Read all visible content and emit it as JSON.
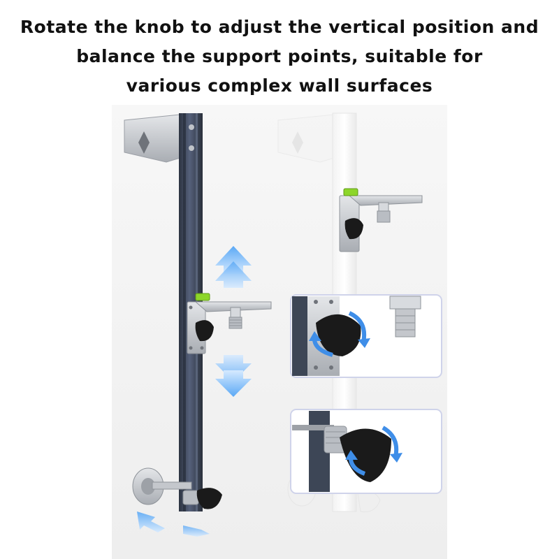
{
  "caption": {
    "line1": "Rotate the knob to adjust the vertical position and",
    "line2": "balance the support points, suitable for",
    "line3": "various complex wall surfaces"
  },
  "colors": {
    "rail_dark": "#3d4656",
    "arrow_blue": "#3f8ee8",
    "level_green": "#8dd62a",
    "steel": "#c9ccd0",
    "knob_black": "#1a1a1a",
    "callout_border": "#cfd3ea"
  },
  "icons": [
    "up-arrow-icon",
    "down-arrow-icon",
    "rotate-arrow-icon",
    "level-bubble-icon"
  ]
}
